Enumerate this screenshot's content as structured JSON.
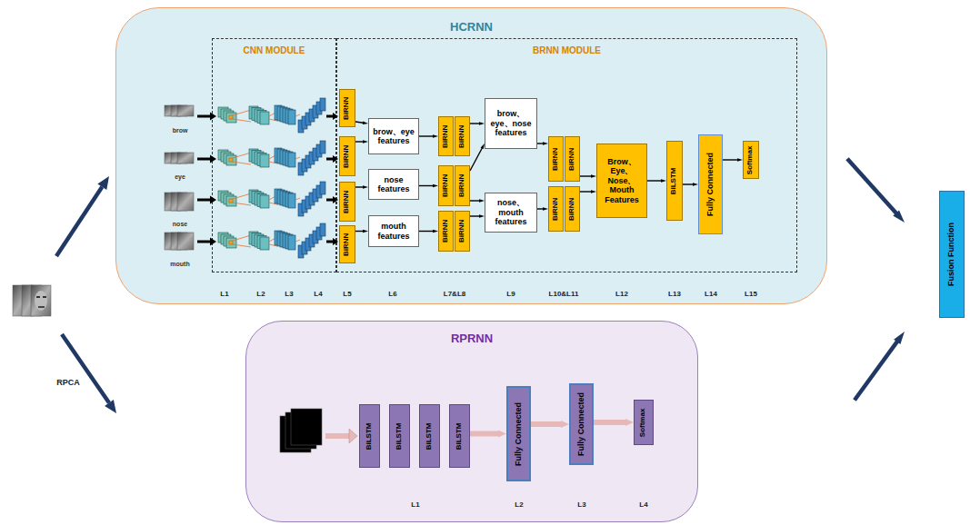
{
  "diagram": {
    "nodes": [
      {
        "text": [
          "HCRNN"
        ]
      },
      {
        "text": [
          "CNN MODULE"
        ],
        "in": 0
      },
      {
        "text": [
          "BRNN MODULE"
        ],
        "in": 0
      },
      {
        "text": [
          "BiRNN"
        ],
        "in": 2
      },
      {
        "text": [
          "BiRNN"
        ],
        "in": 2
      },
      {
        "text": [
          "BiRNN"
        ],
        "in": 2
      },
      {
        "text": [
          "BiRNN"
        ],
        "in": 2
      },
      {
        "text": [
          "brow、eye features"
        ],
        "in": 2
      },
      {
        "text": [
          "nose features"
        ],
        "in": 2
      },
      {
        "text": [
          "mouth features"
        ],
        "in": 2
      },
      {
        "text": [
          "BiRNN"
        ],
        "in": 2
      },
      {
        "text": [
          "BiRNN"
        ],
        "in": 2
      },
      {
        "text": [
          "BiRNN"
        ],
        "in": 2
      },
      {
        "text": [
          "BiRNN"
        ],
        "in": 2
      },
      {
        "text": [
          "BiRNN"
        ],
        "in": 2
      },
      {
        "text": [
          "BiRNN"
        ],
        "in": 2
      },
      {
        "text": [
          "brow、eye、nose features"
        ],
        "in": 2
      },
      {
        "text": [
          "nose、mouth features"
        ],
        "in": 2
      },
      {
        "text": [
          "BiRNN"
        ],
        "in": 2
      },
      {
        "text": [
          "BiRNN"
        ],
        "in": 2
      },
      {
        "text": [
          "BiRNN"
        ],
        "in": 2
      },
      {
        "text": [
          "BiRNN"
        ],
        "in": 2
      },
      {
        "text": [
          "Brow、Eye、Nose、Mouth Features"
        ],
        "in": 2
      },
      {
        "text": [
          "BiLSTM"
        ],
        "in": 2
      },
      {
        "text": [
          "Fully Connected"
        ],
        "in": 2
      },
      {
        "text": [
          "Softmax"
        ],
        "in": 2
      },
      {
        "text": [
          "RPRNN"
        ]
      },
      {
        "text": [
          "BiLSTM"
        ],
        "in": 26
      },
      {
        "text": [
          "BiLSTM"
        ],
        "in": 26
      },
      {
        "text": [
          "BiLSTM"
        ],
        "in": 26
      },
      {
        "text": [
          "BiLSTM"
        ],
        "in": 26
      },
      {
        "text": [
          "Fully Connected"
        ],
        "in": 26
      },
      {
        "text": [
          "Fully Connected"
        ],
        "in": 26
      },
      {
        "text": [
          "Softmax"
        ],
        "in": 26
      },
      {
        "text": [
          "Fusion Function"
        ]
      }
    ],
    "edges": [
      {
        "from": 3,
        "to": 7,
        "arrow": "to"
      },
      {
        "from": 4,
        "to": 7,
        "arrow": "to"
      },
      {
        "from": 5,
        "to": 8,
        "arrow": "to"
      },
      {
        "from": 6,
        "to": 9,
        "arrow": "to"
      },
      {
        "from": 7,
        "to": 10,
        "arrow": "to"
      },
      {
        "from": 11,
        "to": 16,
        "arrow": "to"
      },
      {
        "from": 8,
        "to": 12,
        "arrow": "to"
      },
      {
        "from": 13,
        "to": 16,
        "arrow": "to"
      },
      {
        "from": 13,
        "to": 17,
        "arrow": "to"
      },
      {
        "from": 9,
        "to": 14,
        "arrow": "to"
      },
      {
        "from": 15,
        "to": 17,
        "arrow": "to"
      },
      {
        "from": 16,
        "to": 18,
        "arrow": "to"
      },
      {
        "from": 19,
        "to": 22,
        "arrow": "to"
      },
      {
        "from": 17,
        "to": 20,
        "arrow": "to"
      },
      {
        "from": 21,
        "to": 22,
        "arrow": "to"
      },
      {
        "from": 22,
        "to": 23,
        "arrow": "to"
      },
      {
        "from": 23,
        "to": 24,
        "arrow": "to"
      },
      {
        "from": 24,
        "to": 25,
        "arrow": "to"
      },
      {
        "from": 30,
        "to": 31,
        "arrow": "to"
      },
      {
        "from": 31,
        "to": 32,
        "arrow": "to"
      },
      {
        "from": 32,
        "to": 33,
        "arrow": "to"
      },
      {
        "from": 0,
        "to": 34,
        "arrow": "to"
      },
      {
        "from": 26,
        "to": 34,
        "arrow": "to"
      }
    ],
    "labels": [
      "brow",
      "eye",
      "nose",
      "mouth",
      "L1",
      "L2",
      "L3",
      "L4",
      "L5",
      "L6",
      "L7&L8",
      "L9",
      "L10&L11",
      "L12",
      "L13",
      "L14",
      "L15",
      "RPCA",
      "L1",
      "L2",
      "L3",
      "L4"
    ]
  }
}
